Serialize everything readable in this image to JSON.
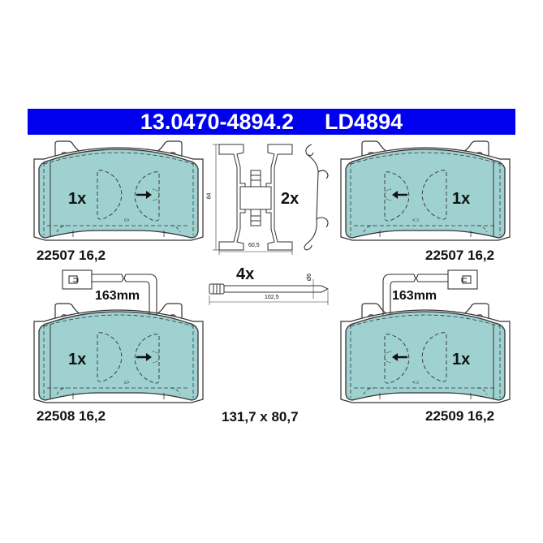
{
  "header": {
    "article_number": "13.0470-4894.2",
    "reference_code": "LD4894",
    "background_color": "#0000ee",
    "text_color": "#ffffff"
  },
  "pads": [
    {
      "position": "top-left",
      "quantity": "1x",
      "part_number": "22507",
      "thickness": "16,2",
      "wear_sensor": false,
      "arrow_direction": "right"
    },
    {
      "position": "top-right",
      "quantity": "1x",
      "part_number": "22507",
      "thickness": "16,2",
      "wear_sensor": false,
      "arrow_direction": "left"
    },
    {
      "position": "bottom-left",
      "quantity": "1x",
      "part_number": "22508",
      "thickness": "16,2",
      "wear_sensor": true,
      "sensor_length": "163mm",
      "arrow_direction": "right"
    },
    {
      "position": "bottom-right",
      "quantity": "1x",
      "part_number": "22509",
      "thickness": "16,2",
      "wear_sensor": true,
      "sensor_length": "163mm",
      "arrow_direction": "left"
    }
  ],
  "accessories": {
    "spring_clip": {
      "quantity": "2x",
      "height_dim": "84",
      "width_dim": "60,5"
    },
    "pin": {
      "quantity": "4x",
      "length_dim": "102,5",
      "diameter_dim": "Ø6"
    }
  },
  "pad_dimensions": "131,7 x 80,7",
  "colors": {
    "pad_fill": "#9fd1d1",
    "outline": "#333333"
  }
}
